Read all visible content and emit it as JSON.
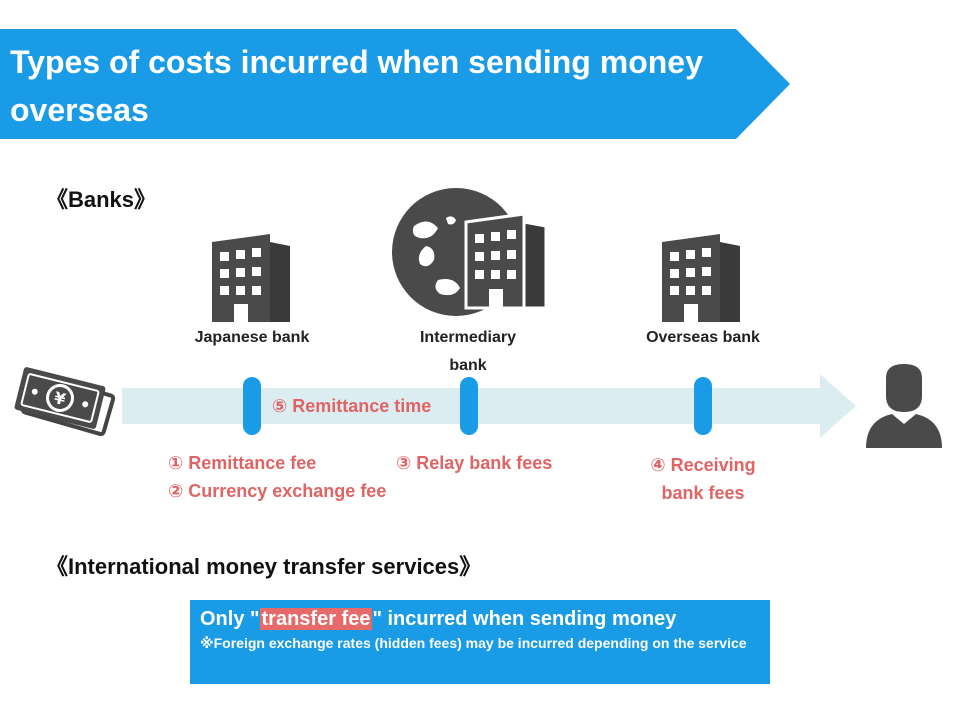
{
  "header": {
    "title": "Types of costs incurred when sending money overseas",
    "accent_color": "#1a9be6"
  },
  "banks_section": {
    "heading": "《Banks》",
    "nodes": [
      {
        "label": "Japanese bank",
        "icon": "office-building-icon"
      },
      {
        "label": "Intermediary bank",
        "icon": "globe-building-icon"
      },
      {
        "label": "Overseas bank",
        "icon": "office-building-icon"
      }
    ],
    "time_label": "⑤ Remittance time",
    "fees": {
      "remittance": "① Remittance fee",
      "exchange": "② Currency exchange fee",
      "relay": "③ Relay bank fees",
      "receiving": "④ Receiving bank fees"
    },
    "start_icon": "yen-banknote-icon",
    "end_icon": "recipient-person-icon",
    "fee_color": "#e06464",
    "arrow_color": "#dcedf2",
    "marker_color": "#1a9be6"
  },
  "services_section": {
    "heading": "《International money transfer services》",
    "box": {
      "prefix": "Only \"",
      "highlight": "transfer fee",
      "suffix": "\" incurred when sending money",
      "note": "※Foreign exchange rates (hidden fees) may be incurred depending on the service"
    },
    "highlight_color": "#e76a6a"
  }
}
